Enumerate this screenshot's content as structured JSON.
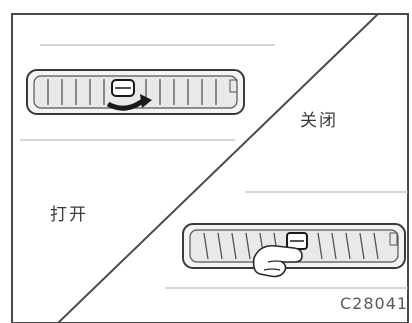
{
  "labels": {
    "closed": "关闭",
    "open": "打开",
    "figure_code": "C28041"
  },
  "colors": {
    "line": "#4a4a4a",
    "rule": "#bdbdbd",
    "vent_body": "#e9e9e9",
    "vent_dark": "#1a1a1a"
  },
  "icons": {
    "top_vent": "air-vent-closed",
    "bottom_vent": "air-vent-open",
    "hand": "hand-pointer"
  }
}
